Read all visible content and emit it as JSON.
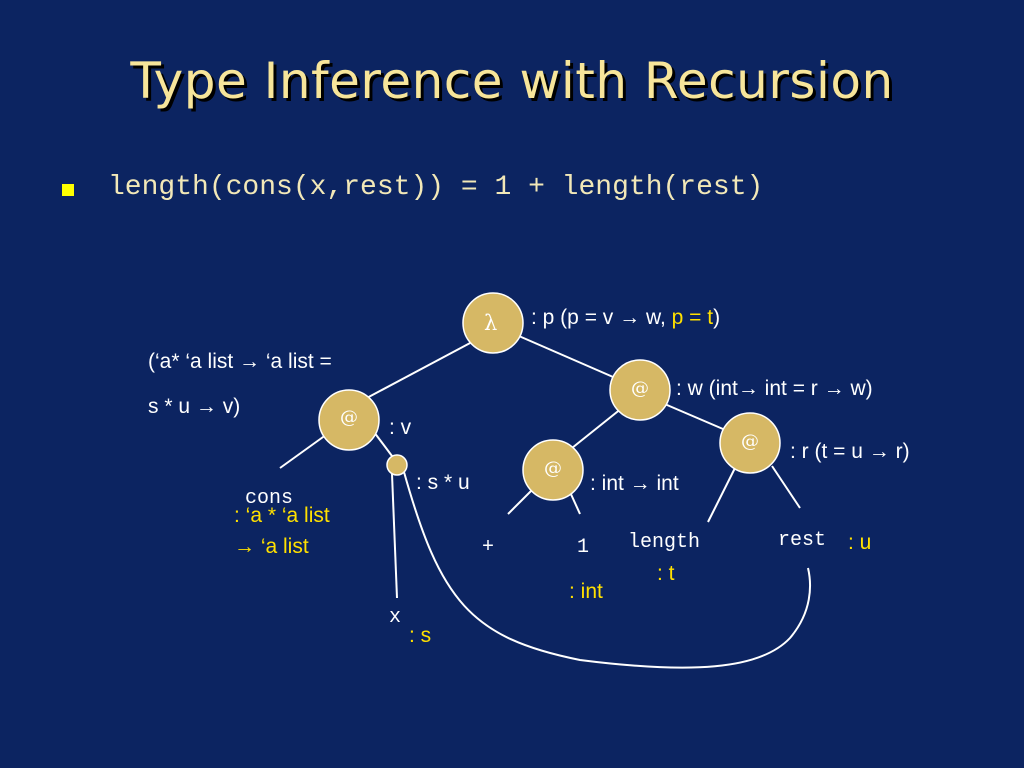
{
  "title": "Type Inference with Recursion",
  "bullet_code": "length(cons(x,rest)) = 1 + length(rest)",
  "nodes": {
    "lambda": "λ",
    "app": "@"
  },
  "leaves": {
    "cons": "cons",
    "x": "x",
    "plus": "+",
    "one": "1",
    "length": "length",
    "rest": "rest"
  },
  "annotations": {
    "root_p": ": p  (p = v → w, ",
    "root_p_eq": "p = t",
    "root_p_close": ")",
    "equation_line1": "(‘a* ‘a list → ‘a list =",
    "equation_line2": "s * u → v)",
    "w_label": ": w  (int→ int = r → w)",
    "v_label": ": v",
    "r_label": ": r  (t = u → r)",
    "su_label": ": s * u",
    "int_int_label": ": int → int",
    "cons_type_line1": ": ‘a * ‘a list",
    "cons_type_line2": "→ ‘a list",
    "one_type": ": int",
    "length_type": ": t",
    "rest_type": ": u",
    "x_type": ": s"
  },
  "colors": {
    "background": "#0c2461",
    "title": "#f7e59a",
    "node_fill": "#d6b865",
    "highlight": "#ffe000",
    "bullet": "#ffff00"
  }
}
